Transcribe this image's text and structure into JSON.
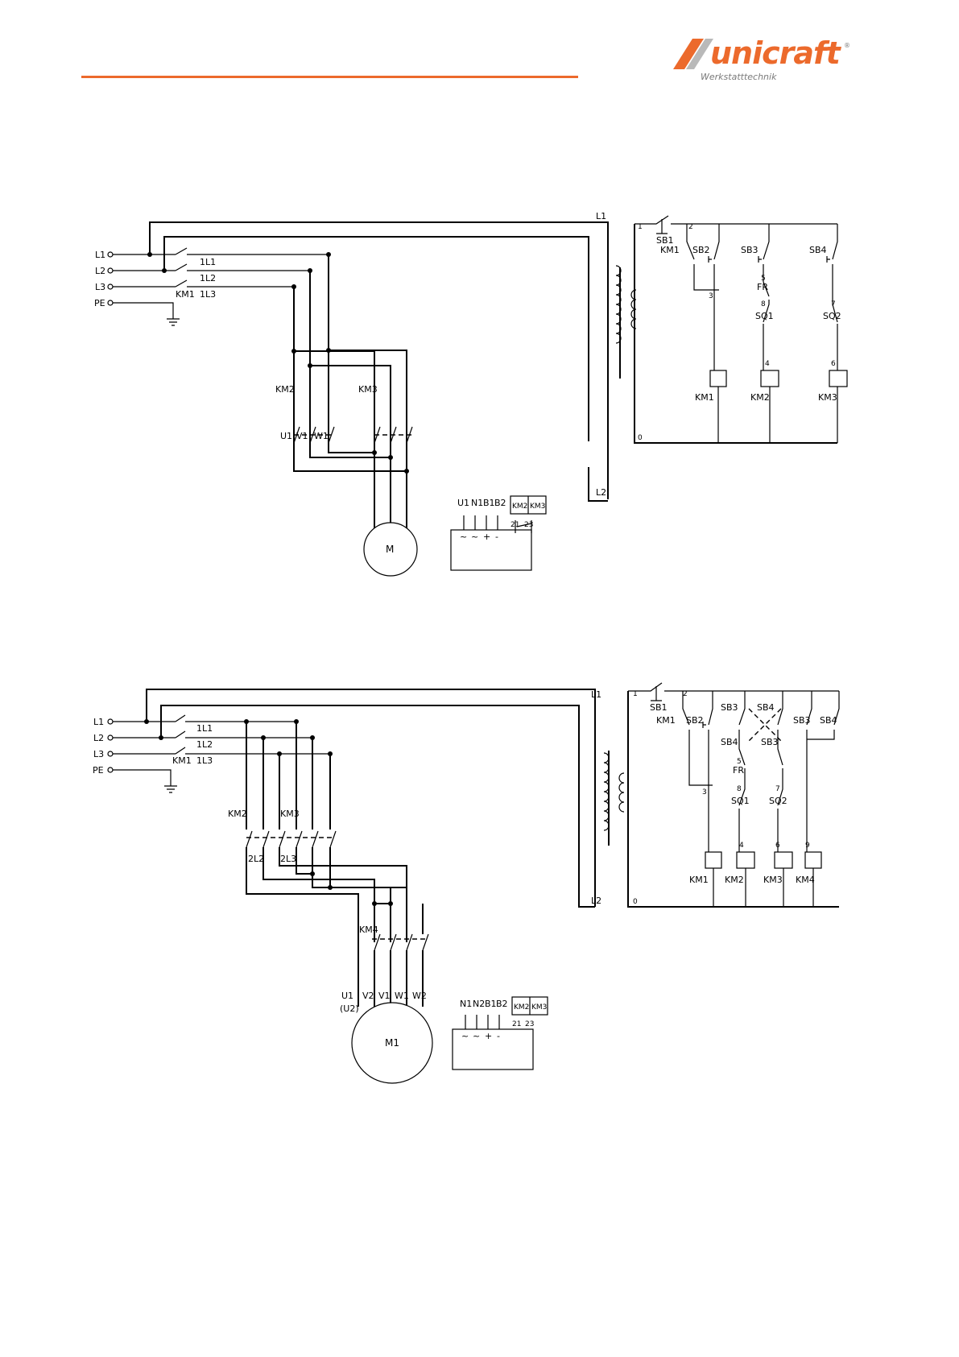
{
  "header": {
    "logo_text": "unicraft",
    "logo_sub": "Werkstatttechnik",
    "logo_reg": "®",
    "colors": {
      "accent": "#ec6a2c",
      "logo_grey": "#7a7a7a"
    }
  },
  "diagram1": {
    "lines": [
      "L1",
      "L2",
      "L3",
      "PE"
    ],
    "supply_labels": [
      "1L1",
      "1L2",
      "1L3"
    ],
    "main_contactor": "KM1",
    "contactors": [
      "KM2",
      "KM3"
    ],
    "windings": [
      "U1",
      "V1",
      "W1"
    ],
    "motor": "M",
    "transformer": {
      "primary_top": "L1",
      "primary_bottom": "L2"
    },
    "control": {
      "stop": "SB1",
      "holding_contact": "KM1",
      "buttons": [
        "SB2",
        "SB3",
        "SB4"
      ],
      "overload": "FR",
      "limit_switches": [
        "SQ1",
        "SQ2"
      ],
      "coils": [
        "KM1",
        "KM2",
        "KM3"
      ],
      "nodes": [
        "1",
        "2",
        "3",
        "4",
        "5",
        "6",
        "7",
        "8",
        "0"
      ]
    },
    "brake_module": {
      "terminals": [
        "U1",
        "N1",
        "B1",
        "B2"
      ],
      "symbols": [
        "~",
        "~",
        "+",
        "-"
      ],
      "contacts": [
        "KM2",
        "KM3"
      ],
      "contact_numbers": [
        "21",
        "23"
      ]
    }
  },
  "diagram2": {
    "lines": [
      "L1",
      "L2",
      "L3",
      "PE"
    ],
    "supply_labels": [
      "1L1",
      "1L2",
      "1L3"
    ],
    "main_contactor": "KM1",
    "contactors": [
      "KM2",
      "KM3",
      "KM4"
    ],
    "sub_labels": [
      "2L2",
      "2L3"
    ],
    "windings": [
      "U1",
      "(U2)",
      "V2",
      "V1",
      "W1",
      "W2"
    ],
    "motor": "M1",
    "transformer": {
      "primary_top": "L1",
      "primary_bottom": "L2"
    },
    "control": {
      "stop": "SB1",
      "holding_contact": "KM1",
      "buttons": [
        "SB2",
        "SB3",
        "SB4",
        "SB4",
        "SB3",
        "SB3",
        "SB4"
      ],
      "overload": "FR",
      "limit_switches": [
        "SQ1",
        "SQ2"
      ],
      "coils": [
        "KM1",
        "KM2",
        "KM3",
        "KM4"
      ],
      "nodes": [
        "1",
        "2",
        "3",
        "4",
        "5",
        "6",
        "7",
        "8",
        "9",
        "0"
      ]
    },
    "brake_module": {
      "terminals": [
        "N1",
        "N2",
        "B1",
        "B2"
      ],
      "symbols": [
        "~",
        "~",
        "+",
        "-"
      ],
      "contacts": [
        "KM2",
        "KM3"
      ],
      "contact_numbers": [
        "21",
        "23"
      ]
    }
  }
}
